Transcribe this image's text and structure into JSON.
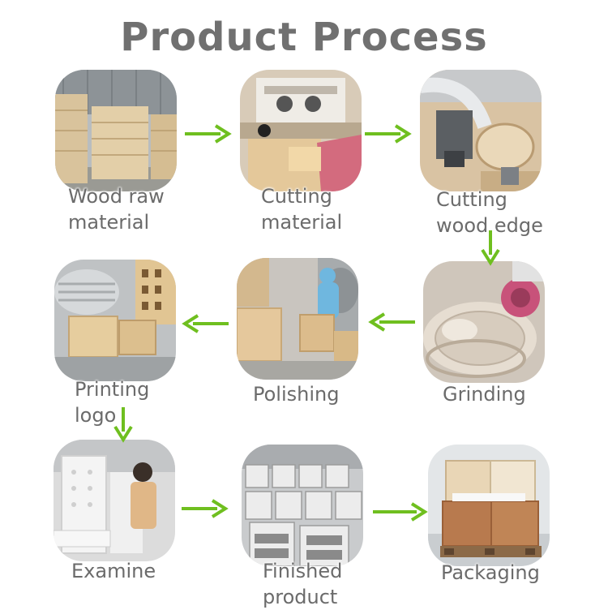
{
  "title": "Product Process",
  "steps": [
    {
      "line1": "Wood raw",
      "line2": "material",
      "icon": "wood-stack-photo"
    },
    {
      "line1": "Cutting",
      "line2": "material",
      "icon": "saw-machine-photo"
    },
    {
      "line1": "Cutting",
      "line2": "wood edge",
      "icon": "cnc-router-photo"
    },
    {
      "line1": "Grinding",
      "line2": "",
      "icon": "sander-photo"
    },
    {
      "line1": "Polishing",
      "line2": "",
      "icon": "polishing-worker-photo"
    },
    {
      "line1": "Printing",
      "line2": "logo",
      "icon": "laser-printing-photo"
    },
    {
      "line1": "Examine",
      "line2": "",
      "icon": "inspection-photo"
    },
    {
      "line1": "Finished",
      "line2": "product",
      "icon": "finished-cabinets-photo"
    },
    {
      "line1": "Packaging",
      "line2": "",
      "icon": "pallet-boxes-photo"
    }
  ],
  "colors": {
    "arrow": "#6fbf1f",
    "title": "#707070",
    "label": "#6b6b6b"
  }
}
